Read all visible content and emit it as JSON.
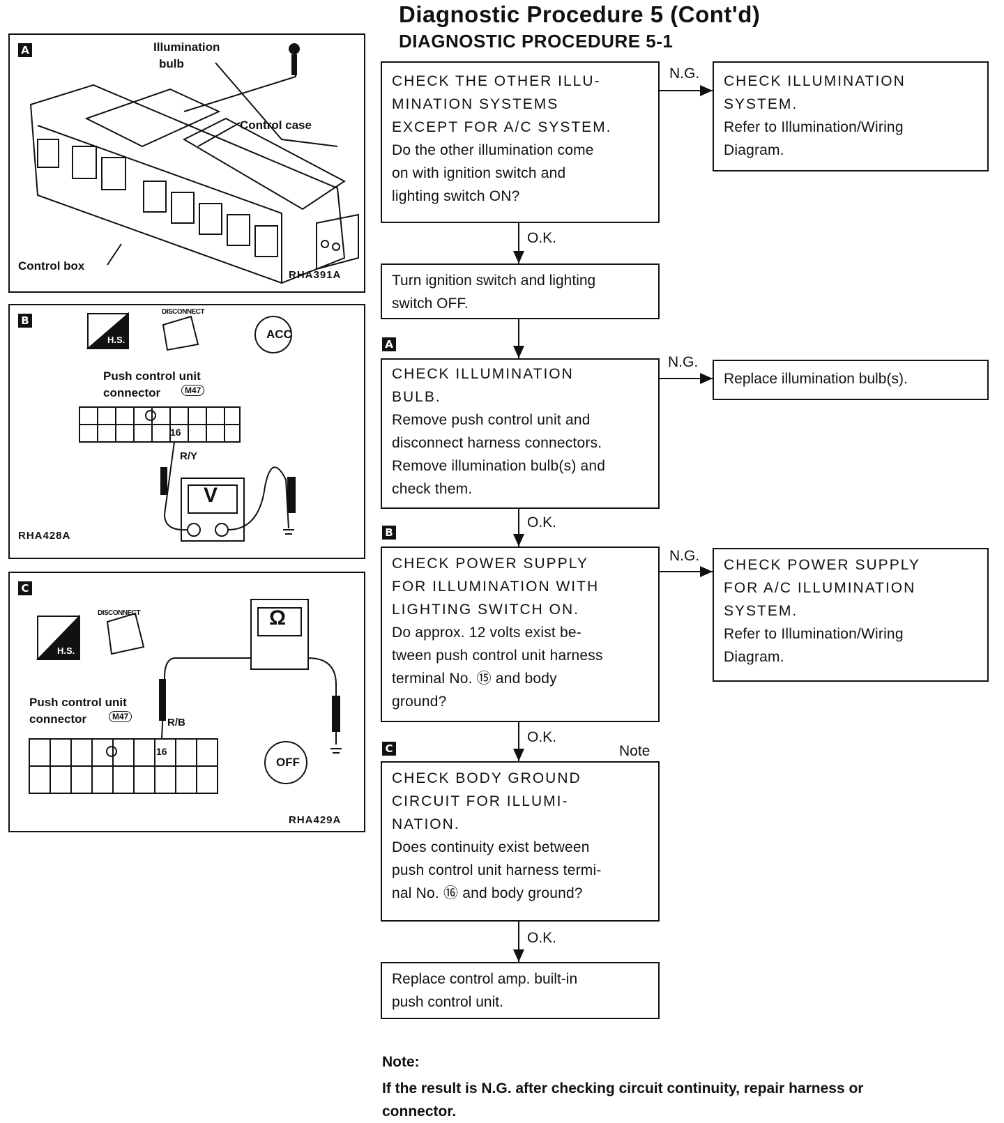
{
  "header": {
    "title": "Diagnostic Procedure 5 (Cont'd)",
    "subtitle": "DIAGNOSTIC PROCEDURE 5-1"
  },
  "flow": {
    "step1": {
      "head": [
        "CHECK THE OTHER ILLU-",
        "MINATION SYSTEMS",
        "EXCEPT FOR A/C SYSTEM."
      ],
      "body": [
        "Do the other illumination come",
        "on with ignition switch and",
        "lighting switch ON?"
      ]
    },
    "ng1": {
      "head": [
        "CHECK ILLUMINATION",
        "SYSTEM."
      ],
      "body": [
        "Refer to Illumination/Wiring",
        "Diagram."
      ]
    },
    "step2": {
      "body": [
        "Turn ignition switch and lighting",
        "switch OFF."
      ]
    },
    "step3": {
      "tag": "A",
      "head": [
        "CHECK ILLUMINATION",
        "BULB."
      ],
      "body": [
        "Remove push control unit and",
        "disconnect harness connectors.",
        "Remove illumination bulb(s) and",
        "check them."
      ]
    },
    "ng3": {
      "body": [
        "Replace illumination bulb(s)."
      ]
    },
    "step4": {
      "tag": "B",
      "head": [
        "CHECK POWER SUPPLY",
        "FOR ILLUMINATION WITH",
        "LIGHTING SWITCH ON."
      ],
      "body": [
        "Do approx. 12 volts exist be-",
        "tween push control unit harness",
        "terminal No. ⑮ and body",
        "ground?"
      ]
    },
    "ng4": {
      "head": [
        "CHECK POWER SUPPLY",
        "FOR A/C ILLUMINATION",
        "SYSTEM."
      ],
      "body": [
        "Refer to Illumination/Wiring",
        "Diagram."
      ]
    },
    "step5": {
      "tag": "C",
      "note_label": "Note",
      "head": [
        "CHECK BODY GROUND",
        "CIRCUIT FOR ILLUMI-",
        "NATION."
      ],
      "body": [
        "Does continuity exist between",
        "push control unit harness termi-",
        "nal No. ⑯ and body ground?"
      ]
    },
    "step6": {
      "body": [
        "Replace control amp. built-in",
        "push control unit."
      ]
    },
    "ok": "O.K.",
    "ng": "N.G."
  },
  "panels": {
    "a": {
      "tag": "A",
      "illum": "Illumination",
      "bulb": "bulb",
      "control_case": "Control case",
      "control_box": "Control box",
      "code": "RHA391A"
    },
    "b": {
      "tag": "B",
      "hs": "H.S.",
      "disconnect": "DISCONNECT",
      "acc": "ACC",
      "connector_line1": "Push control unit",
      "connector_line2": "connector",
      "connector_id": "M47",
      "terminal": "16",
      "wire": "R/Y",
      "meter": "V",
      "code": "RHA428A"
    },
    "c": {
      "tag": "C",
      "hs": "H.S.",
      "disconnect": "DISCONNECT",
      "off": "OFF",
      "connector_line1": "Push control unit",
      "connector_line2": "connector",
      "connector_id": "M47",
      "terminal": "16",
      "wire": "R/B",
      "meter": "Ω",
      "code": "RHA429A"
    }
  },
  "note": {
    "label": "Note:",
    "text": "If the result is N.G. after checking circuit continuity, repair harness or connector."
  }
}
